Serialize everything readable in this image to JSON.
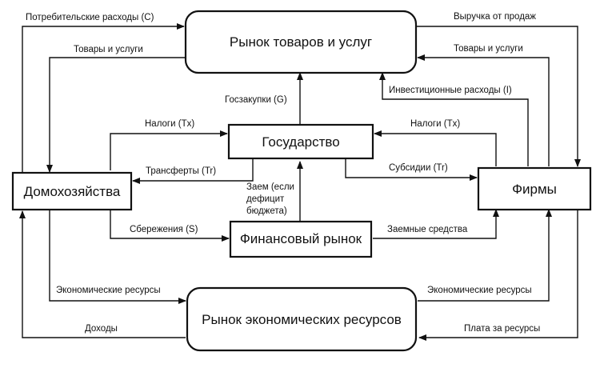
{
  "nodes": {
    "goods_market": "Рынок товаров и услуг",
    "government": "Государство",
    "households": "Домохозяйства",
    "firms": "Фирмы",
    "financial_market": "Финансовый рынок",
    "resource_market": "Рынок экономических ресурсов"
  },
  "edges": {
    "consumer_spending": "Потребительские расходы (C)",
    "revenue": "Выручка от продаж",
    "goods_to_households": "Товары и услуги",
    "goods_to_firms": "Товары и услуги",
    "investment": "Инвестиционные расходы (I)",
    "gov_purchases": "Госзакупки (G)",
    "taxes_households": "Налоги (Tx)",
    "taxes_firms": "Налоги (Tx)",
    "transfers": "Трансферты (Tr)",
    "subsidies": "Субсидии (Tr)",
    "loan_line1": "Заем (если",
    "loan_line2": "дефицит",
    "loan_line3": "бюджета)",
    "savings": "Сбережения (S)",
    "borrowed_funds": "Заемные средства",
    "resources_households": "Экономические ресурсы",
    "resources_firms": "Экономические ресурсы",
    "incomes": "Доходы",
    "resource_payments": "Плата за ресурсы"
  }
}
